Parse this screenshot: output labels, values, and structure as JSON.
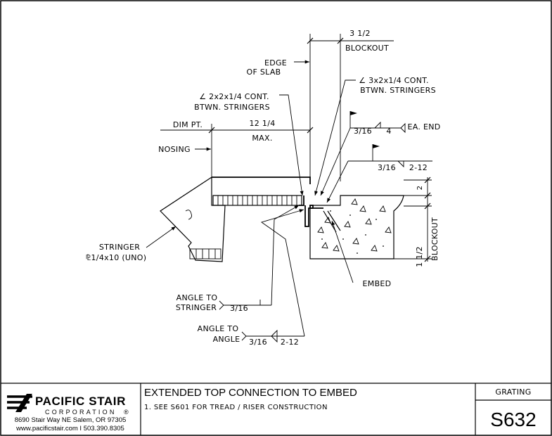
{
  "drawing": {
    "dimensions": {
      "blockout_top_value": "3 1/2",
      "blockout_top_label": "BLOCKOUT",
      "dim_pt": "DIM PT.",
      "max_value": "12 1/4",
      "max_label": "MAX.",
      "right_small": "2",
      "right_value": "1 1/2",
      "right_label": "BLOCKOUT"
    },
    "callouts": {
      "edge_of_slab_line1": "EDGE",
      "edge_of_slab_line2": "OF SLAB",
      "angle_small_line1": "∠ 2x2x1/4 CONT.",
      "angle_small_line2": "BTWN. STRINGERS",
      "angle_large_line1": "∠ 3x2x1/4 CONT.",
      "angle_large_line2": "BTWN. STRINGERS",
      "nosing": "NOSING",
      "stringer_line1": "STRINGER",
      "stringer_line2": "⅊1/4x10 (UNO)",
      "embed": "EMBED"
    },
    "welds": {
      "ea_end_size": "3/16",
      "ea_end_length": "4",
      "ea_end_note": "EA. END",
      "upper_size": "3/16",
      "upper_length": "2-12",
      "stringer_label_line1": "ANGLE TO",
      "stringer_label_line2": "STRINGER",
      "stringer_size": "3/16",
      "angle_label_line1": "ANGLE TO",
      "angle_label_line2": "ANGLE",
      "angle_size": "3/16",
      "angle_length": "2-12"
    }
  },
  "title_block": {
    "company_name": "PACIFIC STAIR",
    "company_sub": "CORPORATION",
    "registered": "®",
    "address": "8690 Stair Way NE Salem, OR 97305",
    "web_phone": "www.pacificstair.com  I  503.390.8305",
    "title": "EXTENDED TOP CONNECTION TO EMBED",
    "note": "1.  SEE S601 FOR TREAD / RISER CONSTRUCTION",
    "category": "GRATING",
    "sheet_number": "S632"
  }
}
